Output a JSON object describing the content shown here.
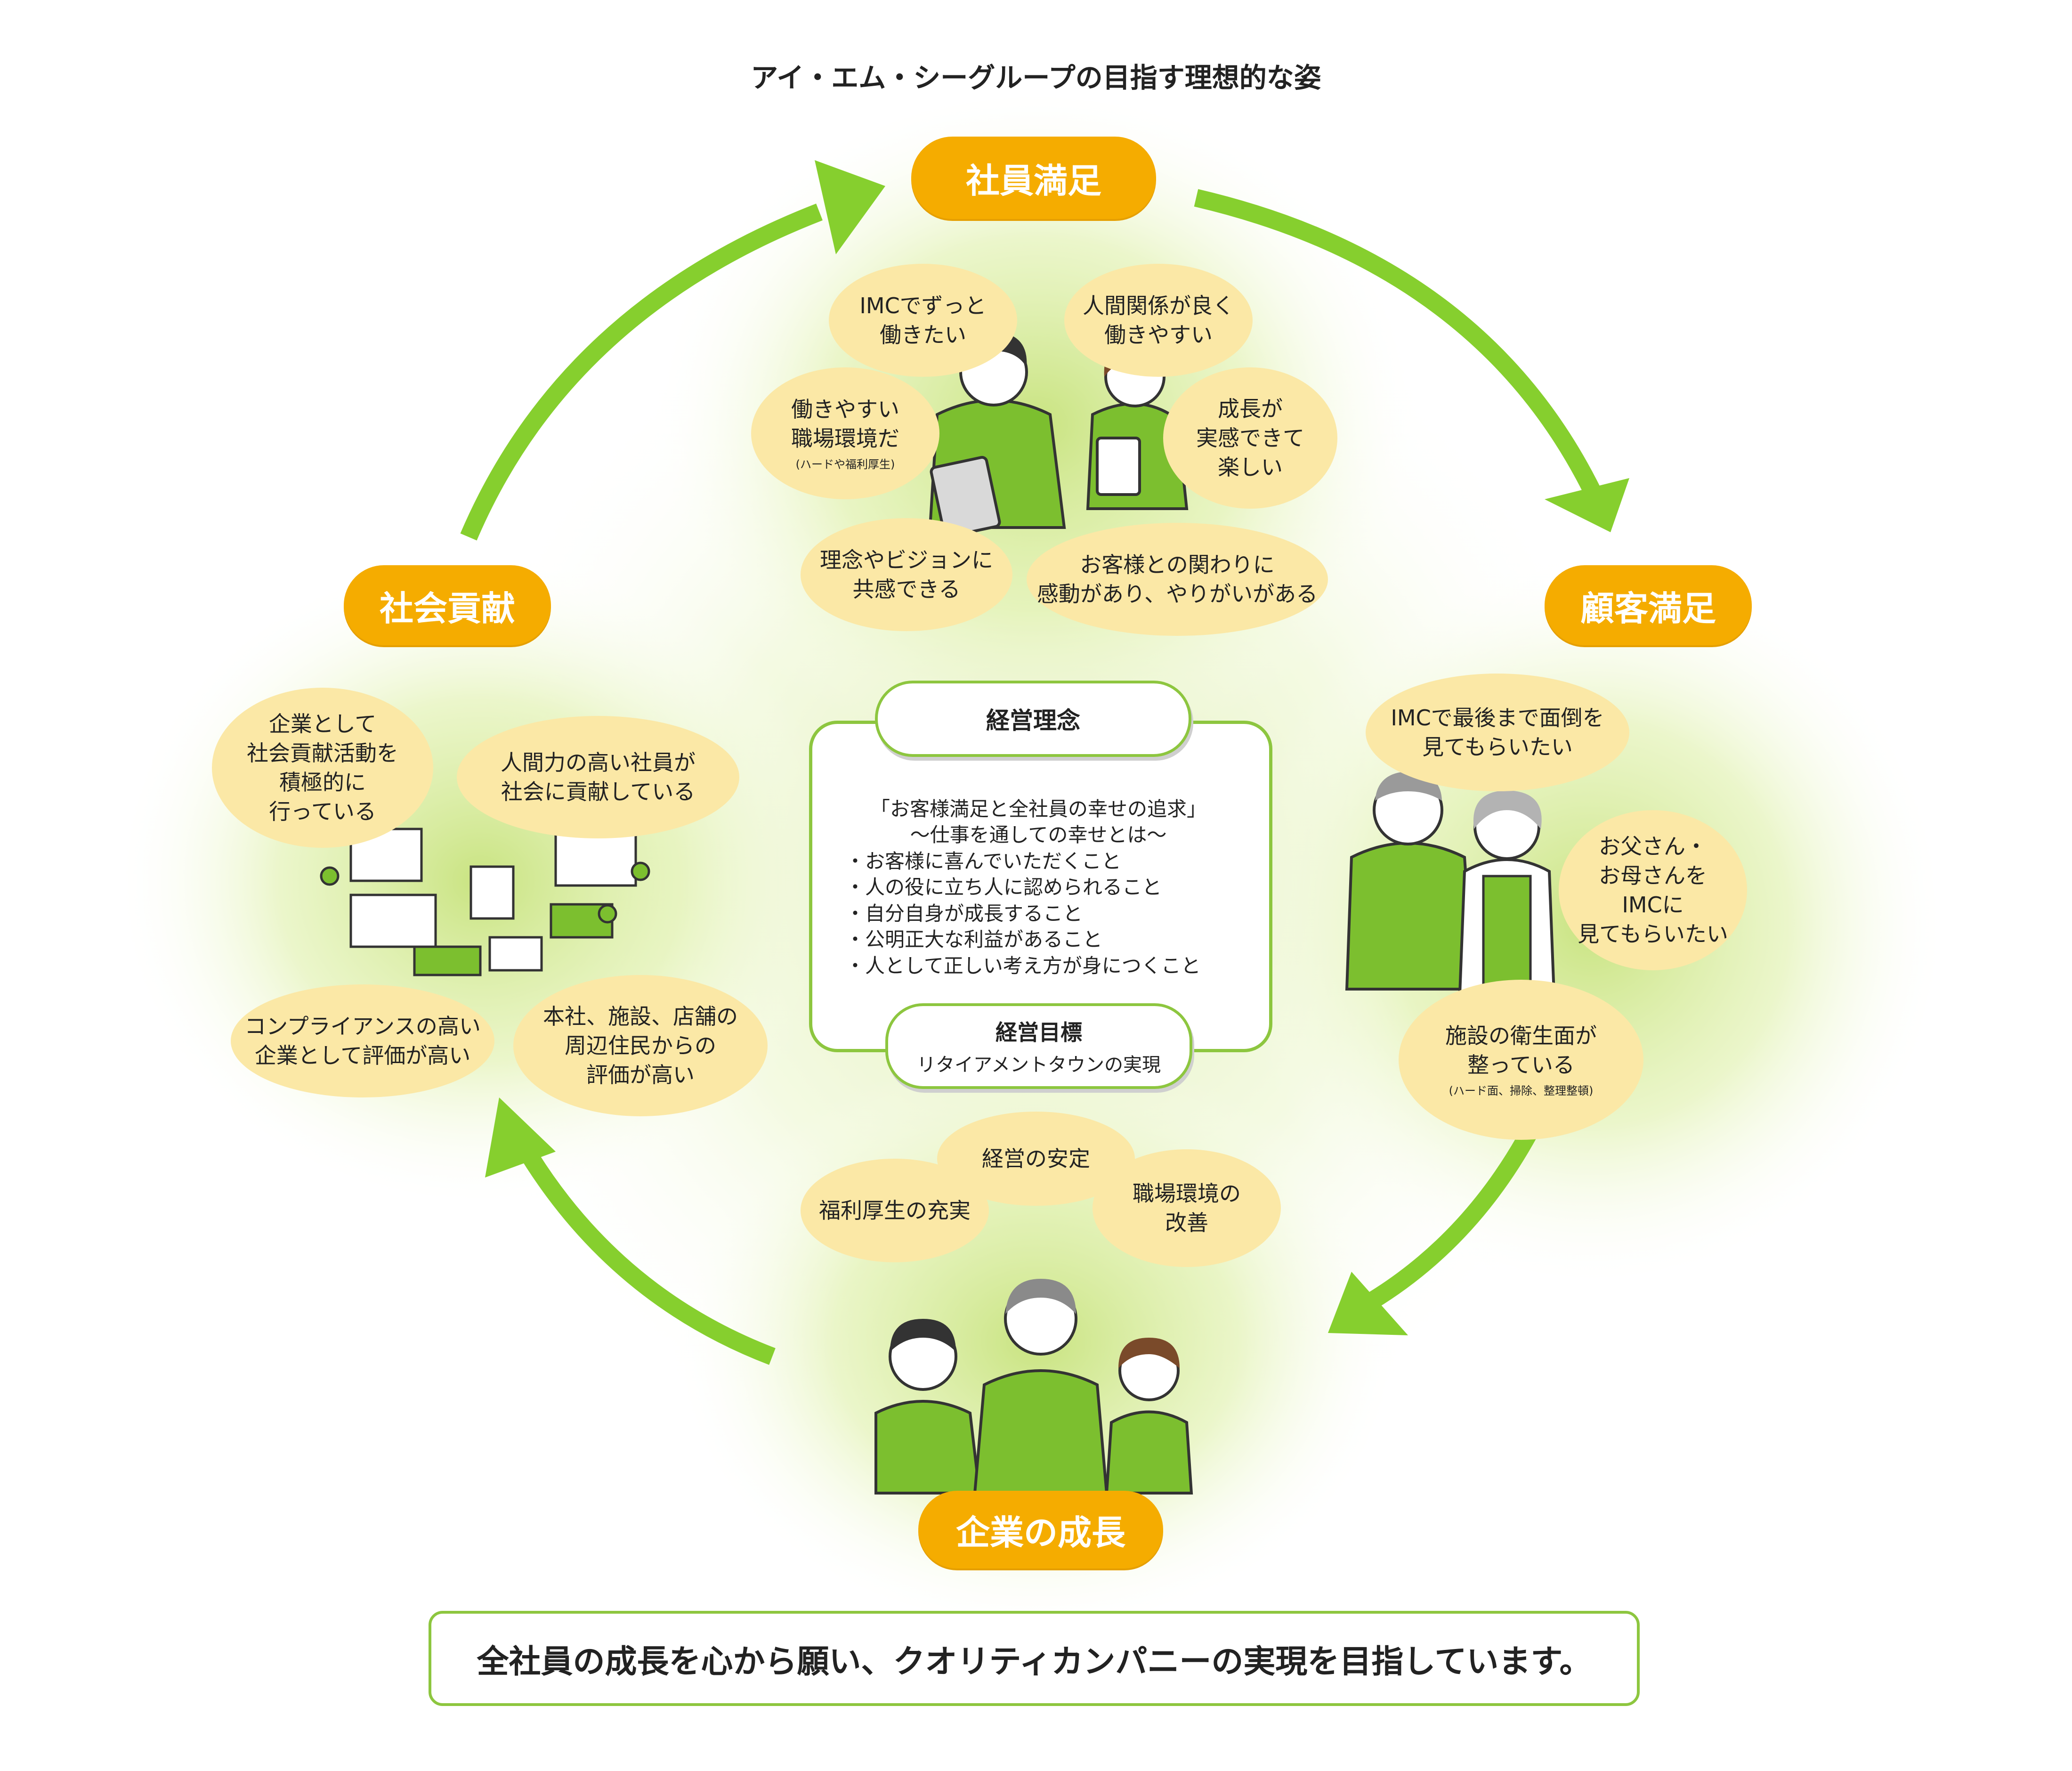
{
  "title": "アイ・エム・シーグループの目指す理想的な姿",
  "colors": {
    "accent_orange": "#f5ac00",
    "accent_green": "#8dc63f",
    "bubble": "#fbe8a6"
  },
  "cycle": {
    "employee_satisfaction": {
      "label": "社員満足",
      "bubbles": [
        {
          "lines": [
            "IMCでずっと",
            "働きたい"
          ]
        },
        {
          "lines": [
            "人間関係が良く",
            "働きやすい"
          ]
        },
        {
          "lines": [
            "働きやすい",
            "職場環境だ"
          ],
          "note": "(ハードや福利厚生)"
        },
        {
          "lines": [
            "成長が",
            "実感できて",
            "楽しい"
          ]
        },
        {
          "lines": [
            "理念やビジョンに",
            "共感できる"
          ]
        },
        {
          "lines": [
            "お客様との関わりに",
            "感動があり、やりがいがある"
          ]
        }
      ]
    },
    "customer_satisfaction": {
      "label": "顧客満足",
      "bubbles": [
        {
          "lines": [
            "IMCで最後まで面倒を",
            "見てもらいたい"
          ]
        },
        {
          "lines": [
            "お父さん・",
            "お母さんを",
            "IMCに",
            "見てもらいたい"
          ]
        },
        {
          "lines": [
            "施設の衛生面が",
            "整っている"
          ],
          "note": "(ハード面、掃除、整理整頓)"
        }
      ]
    },
    "company_growth": {
      "label": "企業の成長",
      "bubbles": [
        {
          "lines": [
            "経営の安定"
          ]
        },
        {
          "lines": [
            "福利厚生の充実"
          ]
        },
        {
          "lines": [
            "職場環境の",
            "改善"
          ]
        }
      ]
    },
    "social_contribution": {
      "label": "社会貢献",
      "bubbles": [
        {
          "lines": [
            "企業として",
            "社会貢献活動を",
            "積極的に",
            "行っている"
          ]
        },
        {
          "lines": [
            "人間力の高い社員が",
            "社会に貢献している"
          ]
        },
        {
          "lines": [
            "コンプライアンスの高い",
            "企業として評価が高い"
          ]
        },
        {
          "lines": [
            "本社、施設、店舗の",
            "周辺住民からの",
            "評価が高い"
          ]
        }
      ]
    }
  },
  "center": {
    "philosophy_label": "経営理念",
    "philosophy_lines": [
      "「お客様満足と全社員の幸せの追求」",
      "〜仕事を通しての幸せとは〜",
      "・お客様に喜んでいただくこと",
      "・人の役に立ち人に認められること",
      "・自分自身が成長すること",
      "・公明正大な利益があること",
      "・人として正しい考え方が身につくこと"
    ],
    "goal_label": "経営目標",
    "goal_text": "リタイアメントタウンの実現"
  },
  "banner": "全社員の成長を心から願い、クオリティカンパニーの実現を目指しています。"
}
